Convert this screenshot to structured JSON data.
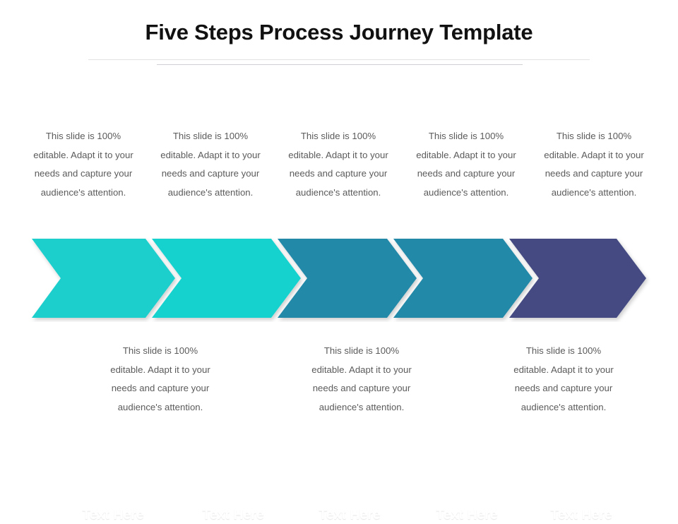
{
  "slide": {
    "title": "Five Steps Process Journey Template",
    "background_color": "#ffffff",
    "title_color": "#111111",
    "caption_color": "#5b5b5b",
    "divider_colors": [
      "#e2e2e4",
      "#cfcfd4"
    ]
  },
  "body_text": "This slide is 100% editable. Adapt it to your needs and capture your audience's attention.",
  "captions_top": [
    {
      "text": "This slide is 100% editable. Adapt it to your needs and capture your audience's attention."
    },
    {
      "text": "This slide is 100% editable. Adapt it to your needs and capture your audience's attention."
    },
    {
      "text": "This slide is 100% editable. Adapt it to your needs and capture your audience's attention."
    },
    {
      "text": "This slide is 100% editable. Adapt it to your needs and capture your audience's attention."
    },
    {
      "text": "This slide is 100% editable. Adapt it to your needs and capture your audience's attention."
    }
  ],
  "captions_bottom": [
    {
      "text": "This slide is 100% editable. Adapt it to your needs and capture your audience's attention."
    },
    {
      "text": "This slide is 100% editable. Adapt it to your needs and capture your audience's attention."
    },
    {
      "text": "This slide is 100% editable. Adapt it to your needs and capture your audience's attention."
    }
  ],
  "chevrons": [
    {
      "label": "Text Here",
      "color": "#1FCFCC"
    },
    {
      "label": "Text Here",
      "color": "#15D2CF"
    },
    {
      "label": "Text Here",
      "color": "#2389A8"
    },
    {
      "label": "Text Here",
      "color": "#2389A8"
    },
    {
      "label": "Text Here",
      "color": "#454C82"
    }
  ]
}
